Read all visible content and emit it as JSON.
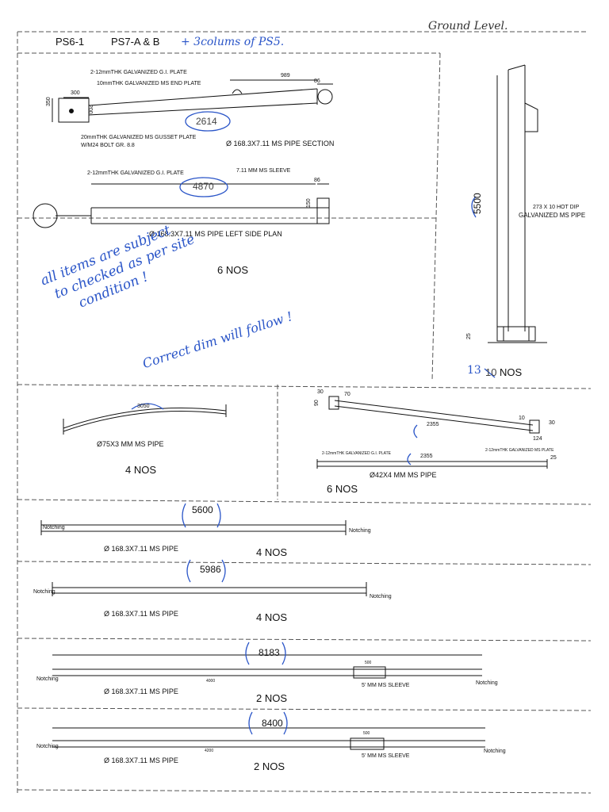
{
  "header": {
    "title_1": "PS6-1",
    "title_2": "PS7-A & B",
    "note_add": "+ 3colums of PS5.",
    "note_level": "Ground Level."
  },
  "part1": {
    "plate_label": "2-12mmTHK GALVANIZED G.I. PLATE",
    "end_plate_label": "10mmTHK GALVANIZED MS END PLATE",
    "dim_989": "989",
    "dim_86": "86",
    "dim_300": "300",
    "dim_200": "200",
    "dim_350": "350",
    "length": "2614",
    "gusset_label_1": "20mmTHK GALVANIZED MS GUSSET PLATE",
    "gusset_label_2": "W/M24 BOLT GR. 8.8",
    "section_label": "Ø 168.3X7.11  MS PIPE  SECTION",
    "plan_plate_label": "2-12mmTHK GALVANIZED G.I. PLATE",
    "sleeve_label": "7.11 MM MS SLEEVE",
    "dim_86b": "86",
    "length_plan": "4870",
    "dim_150": "150",
    "plan_label": "Ø 168.3X7.11  MS PIPE  LEFT SIDE PLAN",
    "qty": "6 NOS"
  },
  "handnote": {
    "line1": "all items are subject",
    "line2": "to checked as per site",
    "line3": "condition !",
    "line4": "Correct dim will follow !"
  },
  "column": {
    "height": "5500",
    "spec_1": "273 X 10 HOT DIP",
    "spec_2": "GALVANIZED MS PIPE",
    "dim_25": "25",
    "qty_new": "13",
    "qty_old": "10",
    "qty_suffix": "NOS"
  },
  "part2": {
    "length": "3050",
    "label": "Ø75X3 MM MS PIPE",
    "qty": "4 NOS"
  },
  "part3": {
    "dim_30a": "30",
    "dim_70": "70",
    "dim_90": "90",
    "dim_10": "10",
    "dim_30b": "30",
    "dim_124": "124",
    "length_top": "2355",
    "length_bottom": "2355",
    "dim_25": "25",
    "note_a": "2-12mmTHK GALVANIZED G.I. PLATE",
    "note_b": "2-12mmTHK GALVANIZED MS PLATE",
    "label": "Ø42X4 MM MS PIPE",
    "qty": "6 NOS"
  },
  "pipes": [
    {
      "length": "5600",
      "notch_left": "Notching",
      "notch_right": "Notching",
      "label": "Ø 168.3X7.11  MS PIPE",
      "qty": "4 NOS"
    },
    {
      "length": "5986",
      "notch_left": "Notching",
      "notch_right": "Notching",
      "label": "Ø 168.3X7.11  MS PIPE",
      "qty": "4 NOS"
    },
    {
      "length": "8183",
      "notch_left": "Notching",
      "notch_right": "Notching",
      "label": "Ø 168.3X7.11  MS PIPE",
      "qty": "2 NOS",
      "sleeve": "5' MM  MS SLEEVE",
      "sub_dim": "4000",
      "sleeve_dim": "500"
    },
    {
      "length": "8400",
      "notch_left": "Notching",
      "notch_right": "Notching",
      "label": "Ø 168.3X7.11  MS PIPE",
      "qty": "2 NOS",
      "sleeve": "5' MM  MS SLEEVE",
      "sub_dim": "4200",
      "sleeve_dim": "500"
    }
  ],
  "colors": {
    "ink": "#111111",
    "handwriting": "#2a55c8",
    "dash": "#555555"
  }
}
